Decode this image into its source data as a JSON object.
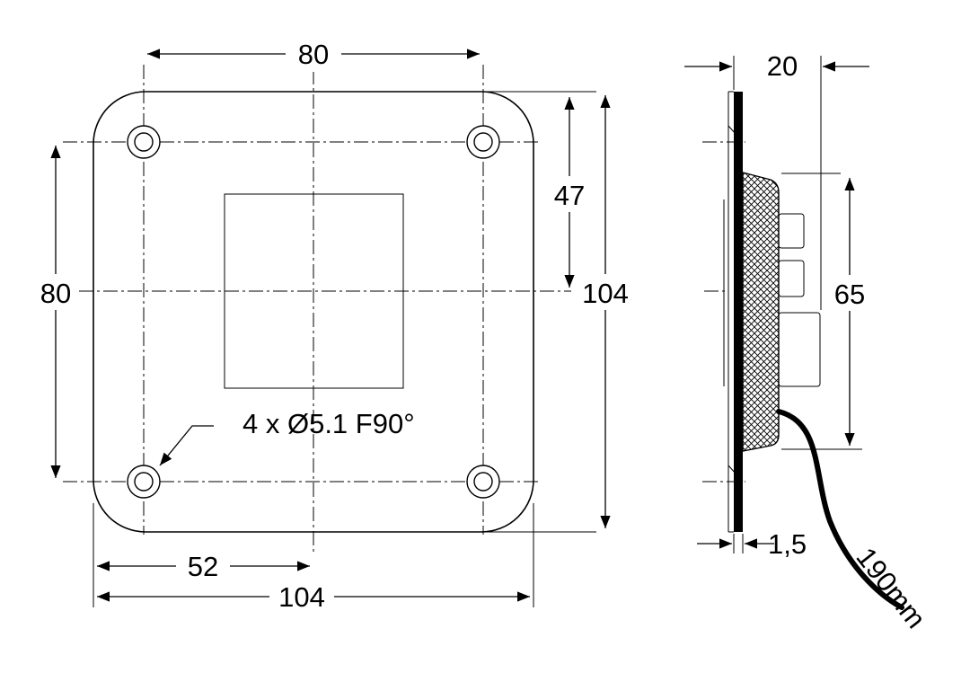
{
  "front_view": {
    "dim_top": "80",
    "dim_left": "80",
    "dim_right_upper": "47",
    "dim_right_full": "104",
    "dim_bottom_half": "52",
    "dim_bottom_full": "104",
    "hole_callout": "4 x Ø5.1 F90°"
  },
  "side_view": {
    "dim_depth": "20",
    "dim_height": "65",
    "dim_thickness": "1,5",
    "cable_length": "190mm"
  },
  "colors": {
    "line": "#000000",
    "background": "#ffffff"
  }
}
